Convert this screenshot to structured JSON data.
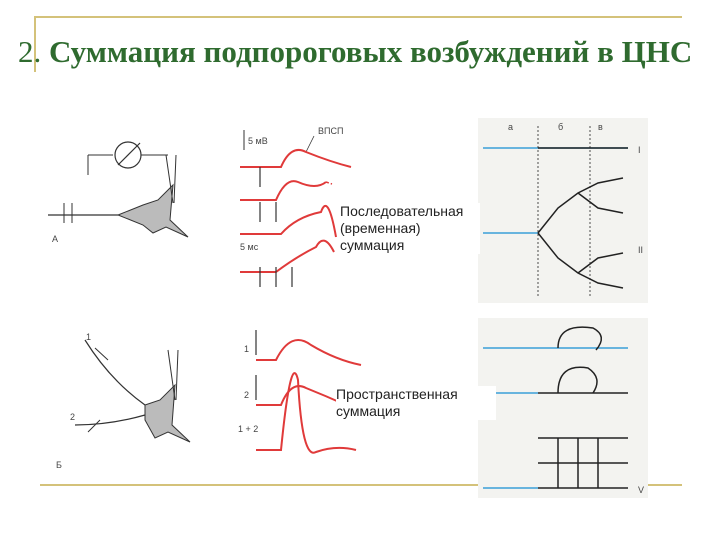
{
  "slide": {
    "title_number": "2.",
    "title_text": "Суммация подпороговых возбуждений в ЦНС"
  },
  "labels": {
    "temporal": "Последовательная\n(временная)\nсуммация",
    "temporal_l1": "Последовательная",
    "temporal_l2": "(временная)",
    "temporal_l3": "суммация",
    "spatial_l1": "Пространственная",
    "spatial_l2": "суммация"
  },
  "figure": {
    "epsp_label": "ВПСП",
    "scale_mv": "5 мВ",
    "scale_ms": "5 мс",
    "panel_a": "А",
    "panel_b": "Б",
    "stim_1": "1",
    "stim_2": "2",
    "stim_12": "1 + 2",
    "input_1": "1",
    "input_2": "2",
    "scheme_marks": [
      "a",
      "б",
      "в"
    ],
    "scheme_rows": [
      "I",
      "II",
      "V"
    ]
  },
  "colors": {
    "title": "#2f6b2f",
    "frame": "#d4c27a",
    "trace": "#e03a3a",
    "fiber": "#3aa0d8",
    "ink": "#222222"
  }
}
